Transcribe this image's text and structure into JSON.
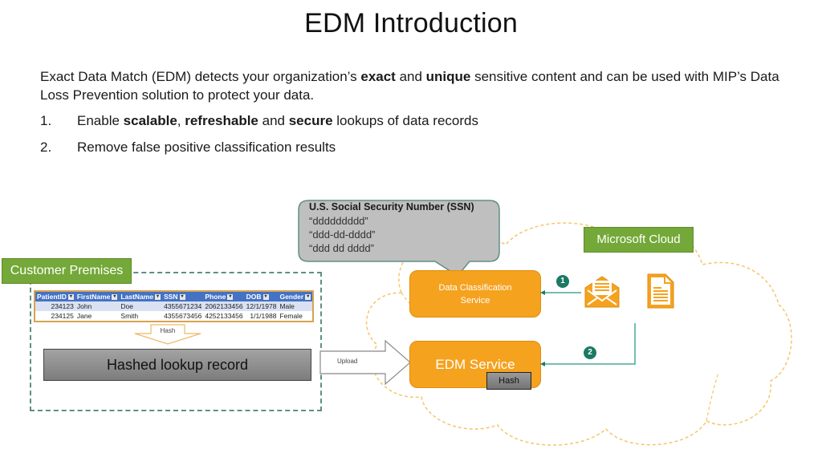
{
  "slide": {
    "title": "EDM Introduction",
    "intro": {
      "prefix": "Exact Data Match (EDM) detects your organization’s ",
      "bold1": "exact",
      "mid": " and ",
      "bold2": "unique",
      "suffix": " sensitive content and can be used with MIP’s Data Loss Prevention solution to protect your data."
    },
    "list": [
      {
        "number": "1.",
        "pre": "Enable ",
        "b1": "scalable",
        "sep1": ", ",
        "b2": "refreshable",
        "sep2": " and ",
        "b3": "secure",
        "post": " lookups of data records"
      },
      {
        "number": "2.",
        "text": "Remove false positive classification results"
      }
    ]
  },
  "diagram": {
    "customer_premises": {
      "label": "Customer Premises",
      "table": {
        "columns": [
          "PatientID",
          "FirstName",
          "LastName",
          "SSN",
          "Phone",
          "DOB",
          "Gender"
        ],
        "dropdown_glyph": "▾",
        "rows": [
          [
            "234123",
            "John",
            "Doe",
            "4355671234",
            "2062133456",
            "12/1/1978",
            "Male"
          ],
          [
            "234125",
            "Jane",
            "Smith",
            "4355673456",
            "4252133456",
            "1/1/1988",
            "Female"
          ]
        ]
      },
      "hash_arrow_label": "Hash",
      "hashed_record_label": "Hashed lookup record"
    },
    "upload_label": "Upload",
    "callout": {
      "title": "U.S. Social Security Number (SSN)",
      "patterns": [
        "“ddddddddd”",
        "“ddd-dd-dddd”",
        "“ddd dd dddd”"
      ]
    },
    "microsoft_cloud": {
      "label": "Microsoft Cloud",
      "data_classification_service": [
        "Data Classification",
        "Service"
      ],
      "edm_service": "EDM Service",
      "edm_hash_label": "Hash",
      "step_badges": [
        "1",
        "2"
      ]
    },
    "colors": {
      "service_orange": "#f5a21f",
      "label_green": "#74a838",
      "flow_teal": "#1b7a63",
      "dashed_border_teal": "#5f8f86",
      "cloud_outline": "#f5c66a",
      "table_header_blue": "#4472c4"
    }
  }
}
